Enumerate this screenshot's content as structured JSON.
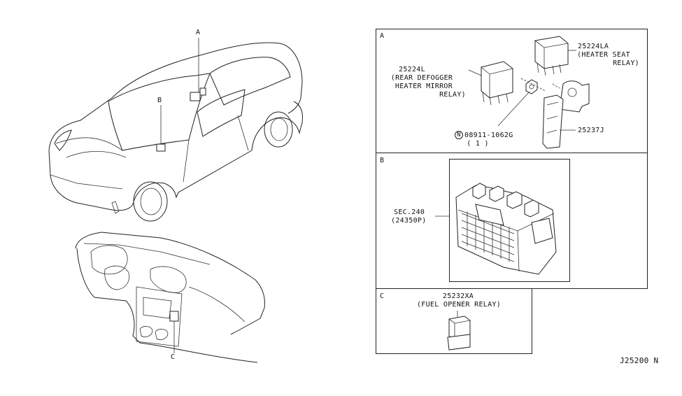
{
  "callouts": {
    "car_a": "A",
    "car_b": "B",
    "dash_c": "C"
  },
  "panel_a": {
    "letter": "A",
    "part_heater_seat": {
      "number": "25224LA",
      "desc_line1": "(HEATER SEAT",
      "desc_line2": "RELAY)"
    },
    "part_rear_defogger": {
      "number": "25224L",
      "desc_line1": "(REAR DEFOGGER",
      "desc_line2": "HEATER MIRROR",
      "desc_line3": "RELAY)"
    },
    "part_nut": {
      "symbol": "N",
      "number": "08911-1062G",
      "qty": "( 1 )"
    },
    "part_bracket": {
      "number": "25237J"
    }
  },
  "panel_b": {
    "letter": "B",
    "ref_line1": "SEC.240",
    "ref_line2": "(24350P)"
  },
  "panel_c": {
    "letter": "C",
    "part_number": "25232XA",
    "desc": "(FUEL OPENER RELAY)"
  },
  "diagram_code": "J25200 N"
}
